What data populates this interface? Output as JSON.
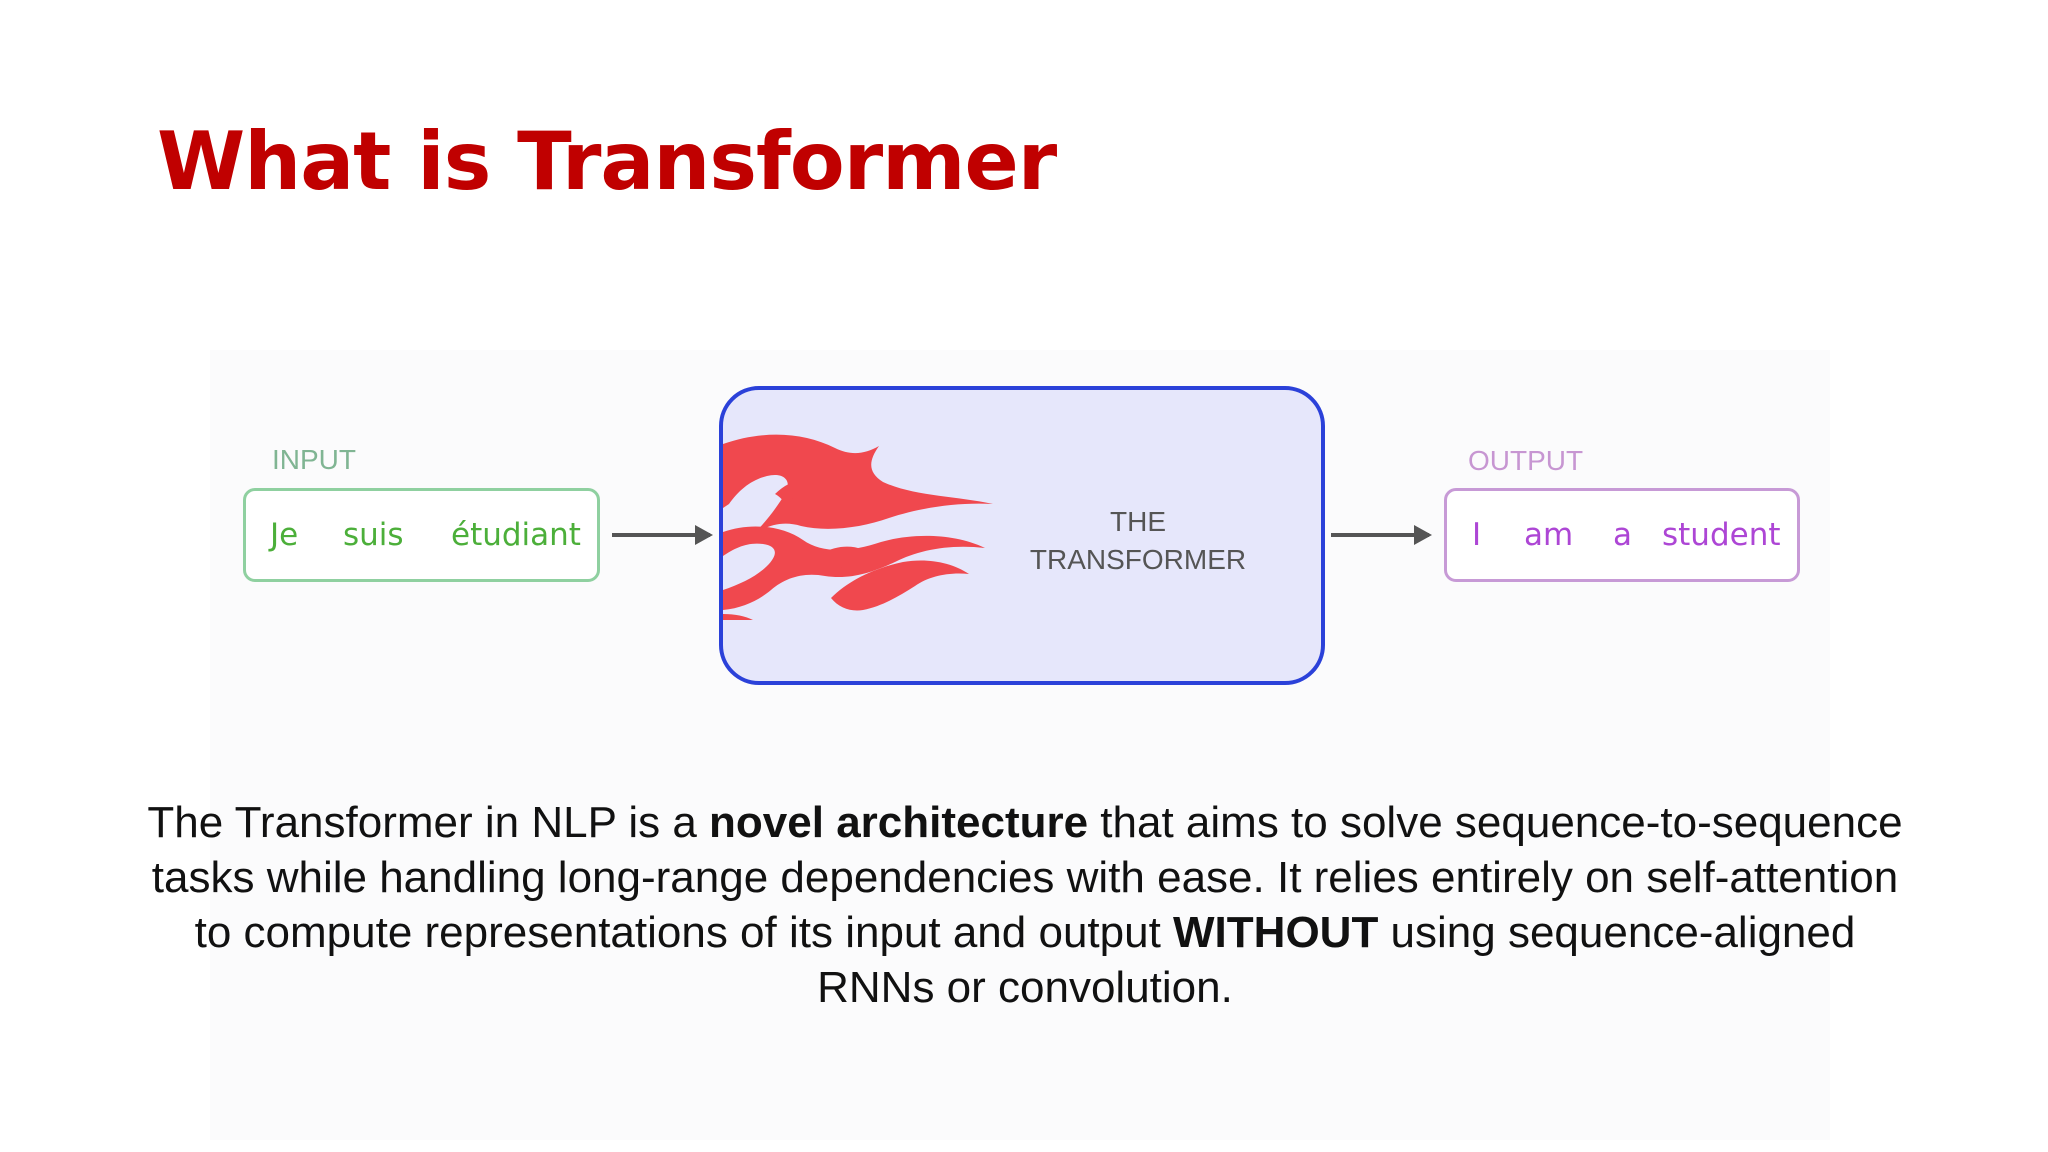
{
  "slide": {
    "title": "What is Transformer"
  },
  "diagram": {
    "input_label": "INPUT",
    "input_words": [
      "Je",
      "suis",
      "étudiant"
    ],
    "transformer_line1": "THE",
    "transformer_line2": "TRANSFORMER",
    "output_label": "OUTPUT",
    "output_words": [
      "I",
      "am",
      "a",
      "student"
    ],
    "colors": {
      "input": "#4caf3a",
      "output": "#ad46d5",
      "transformer_border": "#2b41d9",
      "transformer_fill": "#e6e7fb",
      "flames": "#f0484e"
    },
    "icon": "flames-icon"
  },
  "description": {
    "part1": "The Transformer in NLP is a ",
    "bold1": "novel architecture",
    "part2": " that aims to solve sequence-to-sequence tasks while handling long-range dependencies with ease. It relies entirely on self-attention to compute representations of its input and output ",
    "bold2": "WITHOUT",
    "part3": " using sequence-aligned RNNs or convolution."
  },
  "title_color": "#c00000"
}
